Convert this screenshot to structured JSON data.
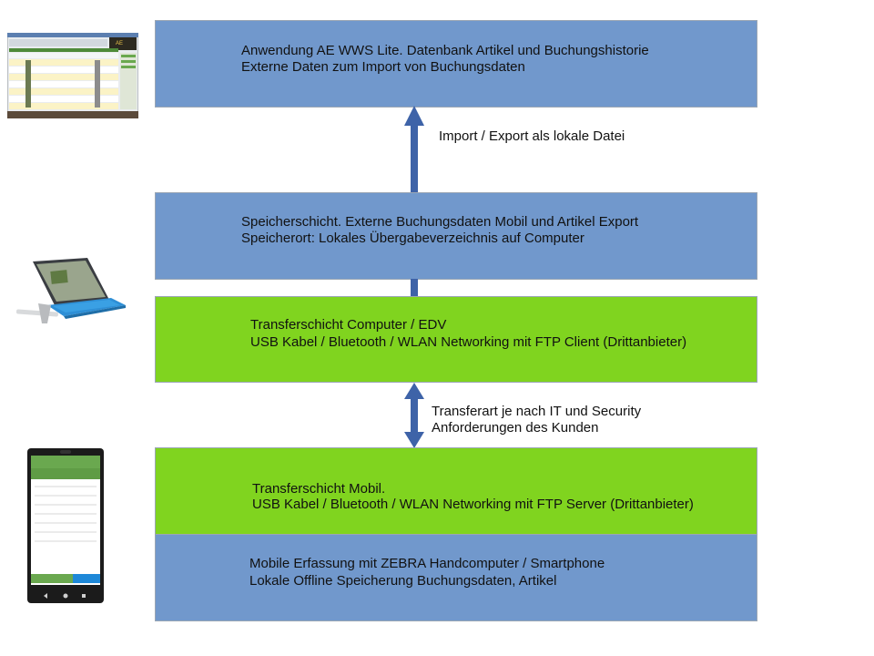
{
  "colors": {
    "blue_box": "#7198cc",
    "green_box": "#80d41f",
    "arrow": "#3e63a8"
  },
  "boxes": {
    "app": {
      "line1": "Anwendung AE WWS Lite. Datenbank Artikel und Buchungshistorie",
      "line2": "Externe Daten zum Import von Buchungsdaten"
    },
    "storage": {
      "line1": "Speicherschicht. Externe Buchungsdaten Mobil und Artikel Export",
      "line2": "Speicherort: Lokales Übergabeverzeichnis auf Computer"
    },
    "transfer_pc": {
      "line1": "Transferschicht Computer / EDV",
      "line2": "USB Kabel / Bluetooth / WLAN Networking mit FTP Client (Drittanbieter)"
    },
    "transfer_mobile": {
      "line1": "Transferschicht Mobil.",
      "line2": "USB Kabel / Bluetooth / WLAN Networking mit FTP Server (Drittanbieter)"
    },
    "mobile_capture": {
      "line1": "Mobile Erfassung mit ZEBRA Handcomputer / Smartphone",
      "line2": "Lokale Offline Speicherung Buchungsdaten, Artikel"
    }
  },
  "arrows": {
    "import_export": "Import / Export als lokale Datei",
    "transfer_line1": "Transferart je nach IT und Security",
    "transfer_line2": "Anforderungen des Kunden"
  },
  "images": {
    "app_screenshot": "software-window-thumbnail",
    "tablet": "surface-tablet-image",
    "phone": "android-phone-image"
  }
}
